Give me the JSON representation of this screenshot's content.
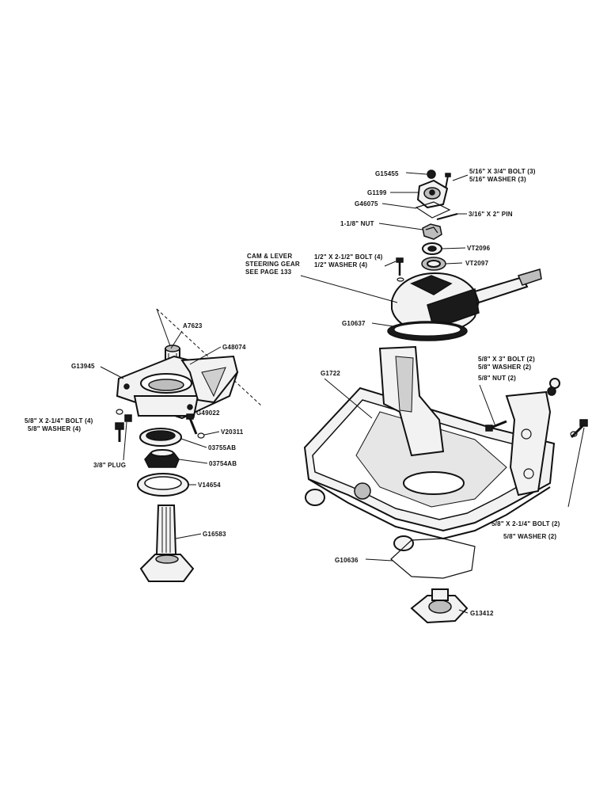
{
  "labels": {
    "g15455": "G15455",
    "bolt_516_34": "5/16\" X 3/4\" BOLT (3)",
    "washer_516": "5/16\" WASHER (3)",
    "g1199": "G1199",
    "g46075": "G46075",
    "pin_316_2": "3/16\" X 2\" PIN",
    "nut_1_18": "1-1/8\" NUT",
    "vt2096": "VT2096",
    "cam_lever_1": "CAM & LEVER",
    "cam_lever_2": "STEERING GEAR",
    "cam_lever_3": "SEE PAGE 133",
    "bolt_12_2_12": "1/2\" X 2-1/2\" BOLT (4)",
    "washer_12": "1/2\" WASHER (4)",
    "vt2097": "VT2097",
    "g10637": "G10637",
    "a7623": "A7623",
    "g48074": "G48074",
    "g13945": "G13945",
    "bolt_58_3": "5/8\" X 3\" BOLT (2)",
    "washer_58_a": "5/8\" WASHER (2)",
    "nut_58": "5/8\" NUT (2)",
    "g1722": "G1722",
    "g49022": "G49022",
    "bolt_58_214_l1": "5/8\" X 2-1/4\" BOLT (4)",
    "bolt_58_214_l2": "5/8\" WASHER (4)",
    "v20311": "V20311",
    "b03755ab": "03755AB",
    "plug_38": "3/8\" PLUG",
    "b03754ab": "03754AB",
    "v14654": "V14654",
    "g16583": "G16583",
    "bolt_58_214_r1": "5/8\" X 2-1/4\" BOLT (2)",
    "bolt_58_214_r2": "5/8\" WASHER (2)",
    "g10636": "G10636",
    "g13412": "G13412"
  }
}
